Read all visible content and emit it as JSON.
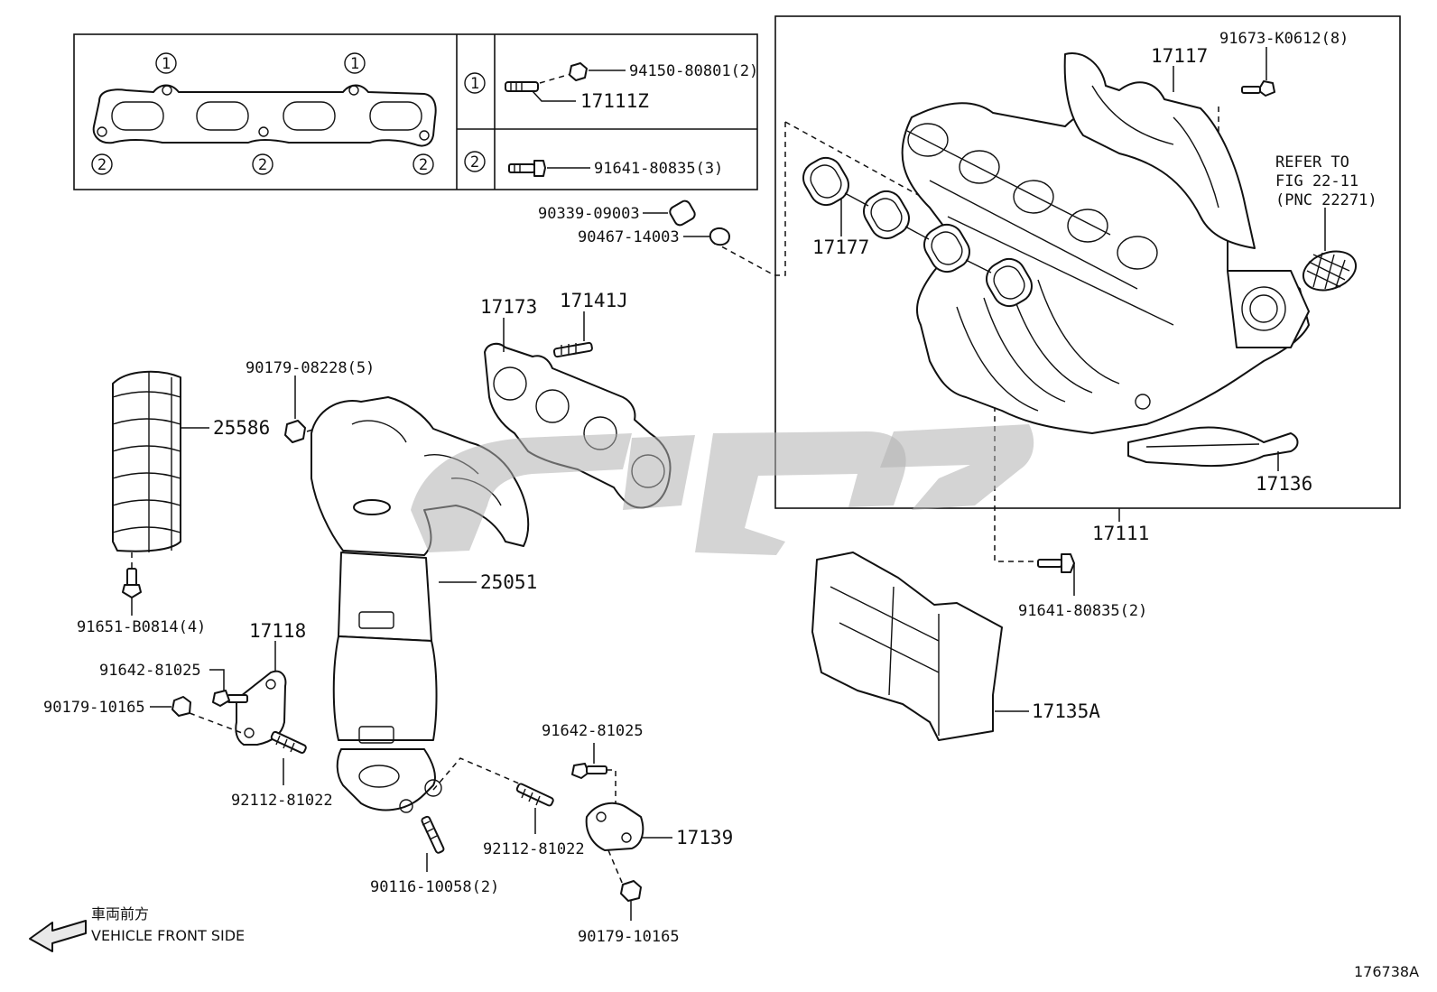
{
  "legend": {
    "callout_1": "1",
    "callout_2": "2",
    "row1_parts": [
      "94150-80801(2)",
      "17111Z"
    ],
    "row2_parts": [
      "91641-80835(3)"
    ]
  },
  "intake_box": {
    "part_numbers": [
      "17117",
      "91673-K0612(8)",
      "17177",
      "17136"
    ],
    "refer_note": [
      "REFER TO",
      "FIG 22-11",
      "(PNC 22271)"
    ]
  },
  "group_label": "17111",
  "parts": {
    "p90339": "90339-09003",
    "p90467": "90467-14003",
    "p17173": "17173",
    "p17141J": "17141J",
    "p90179_08228": "90179-08228(5)",
    "p25586": "25586",
    "p25051": "25051",
    "p91651": "91651-B0814(4)",
    "p17118": "17118",
    "p91642_a": "91642-81025",
    "p90179_10165_a": "90179-10165",
    "p92112_a": "92112-81022",
    "p91642_b": "91642-81025",
    "p92112_b": "92112-81022",
    "p17139": "17139",
    "p90116": "90116-10058(2)",
    "p90179_10165_b": "90179-10165",
    "p91641_80835_2": "91641-80835(2)",
    "p17135A": "17135A"
  },
  "direction": {
    "japanese": "車両前方",
    "english": "VEHICLE FRONT SIDE"
  },
  "figure_id": "176738A"
}
